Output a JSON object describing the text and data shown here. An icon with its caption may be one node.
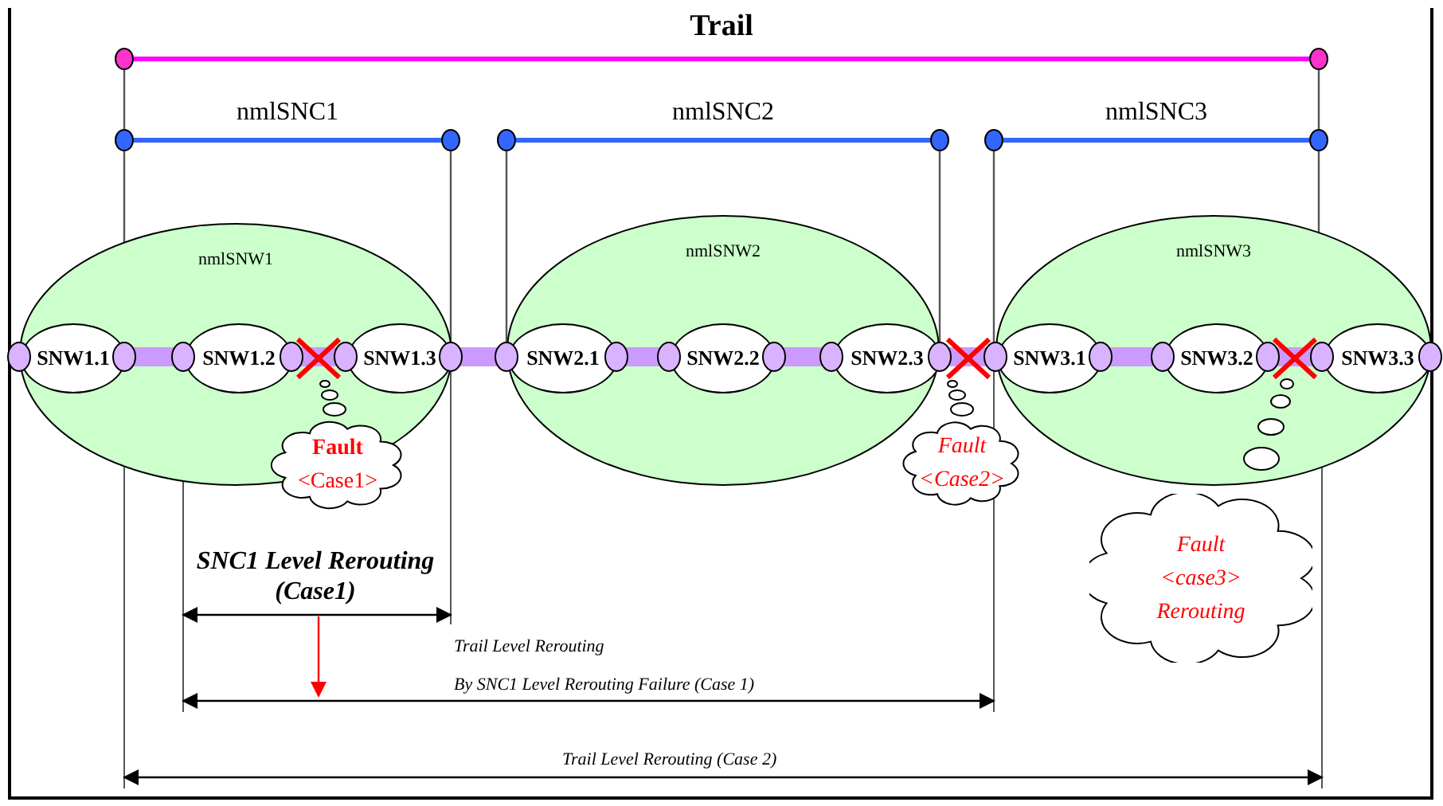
{
  "diagram": {
    "nodes": [
      {
        "text": [],
        "shape": "circle"
      },
      {
        "text": [],
        "shape": "circle"
      },
      {
        "text": [],
        "shape": "circle"
      },
      {
        "text": [],
        "shape": "circle"
      },
      {
        "text": [],
        "shape": "circle"
      },
      {
        "text": [],
        "shape": "circle"
      },
      {
        "text": [],
        "shape": "circle"
      },
      {
        "text": [],
        "shape": "circle"
      },
      {
        "text": [
          "nmlSNW1"
        ]
      },
      {
        "text": [
          "SNW1.1"
        ],
        "in": 8
      },
      {
        "text": [
          "SNW1.2"
        ],
        "in": 8
      },
      {
        "text": [
          "SNW1.3"
        ],
        "in": 8
      },
      {
        "text": [
          "nmlSNW2"
        ]
      },
      {
        "text": [
          "SNW2.1"
        ],
        "in": 12
      },
      {
        "text": [
          "SNW2.2"
        ],
        "in": 12
      },
      {
        "text": [
          "SNW2.3"
        ],
        "in": 12
      },
      {
        "text": [
          "nmlSNW3"
        ]
      },
      {
        "text": [
          "SNW3.1"
        ],
        "in": 16
      },
      {
        "text": [
          "SNW3.2"
        ],
        "in": 16
      },
      {
        "text": [
          "SNW3.3"
        ],
        "in": 16
      },
      {
        "text": [
          "Fault",
          "<Case1>"
        ]
      },
      {
        "text": [
          "Fault",
          "<Case2>"
        ]
      },
      {
        "text": [
          "Fault",
          "<case3>",
          "Rerouting"
        ]
      }
    ],
    "edges": [
      {
        "from": 0,
        "to": 1,
        "arrow": "none",
        "label": "Trail",
        "color": "#ff00ff"
      },
      {
        "from": 2,
        "to": 3,
        "arrow": "none",
        "label": "nmlSNC1",
        "color": "#3366ff"
      },
      {
        "from": 4,
        "to": 5,
        "arrow": "none",
        "label": "nmlSNC2",
        "color": "#3366ff"
      },
      {
        "from": 6,
        "to": 7,
        "arrow": "none",
        "label": "nmlSNC3",
        "color": "#3366ff"
      },
      {
        "from": 9,
        "to": 10,
        "arrow": "none",
        "style": "thick",
        "color": "#cc99ff"
      },
      {
        "from": 10,
        "to": 11,
        "arrow": "none",
        "style": "thick",
        "color": "#cc99ff"
      },
      {
        "from": 11,
        "to": 13,
        "arrow": "none",
        "style": "thick",
        "color": "#cc99ff"
      },
      {
        "from": 13,
        "to": 14,
        "arrow": "none",
        "style": "thick",
        "color": "#cc99ff"
      },
      {
        "from": 14,
        "to": 15,
        "arrow": "none",
        "style": "thick",
        "color": "#cc99ff"
      },
      {
        "from": 15,
        "to": 17,
        "arrow": "none",
        "style": "thick",
        "color": "#cc99ff"
      },
      {
        "from": 17,
        "to": 18,
        "arrow": "none",
        "style": "thick",
        "color": "#cc99ff"
      },
      {
        "from": 18,
        "to": 19,
        "arrow": "none",
        "style": "thick",
        "color": "#cc99ff"
      },
      {
        "from": 0,
        "to": 2,
        "arrow": "none",
        "color": "#555555"
      },
      {
        "from": 1,
        "to": 7,
        "arrow": "none",
        "color": "#555555"
      },
      {
        "from": 2,
        "to": 9,
        "arrow": "none",
        "color": "#555555"
      },
      {
        "from": 3,
        "to": 11,
        "arrow": "none",
        "color": "#555555"
      },
      {
        "from": 4,
        "to": 13,
        "arrow": "none",
        "color": "#555555"
      },
      {
        "from": 5,
        "to": 15,
        "arrow": "none",
        "color": "#555555"
      },
      {
        "from": 6,
        "to": 17,
        "arrow": "none",
        "color": "#555555"
      },
      {
        "from": 7,
        "to": 19,
        "arrow": "none",
        "color": "#555555"
      }
    ],
    "labels": [
      "SNC1 Level Rerouting (Case1)",
      "Trail Level Rerouting",
      "By SNC1 Level Rerouting Failure (Case 1)",
      "Trail Level Rerouting (Case 2)"
    ]
  }
}
